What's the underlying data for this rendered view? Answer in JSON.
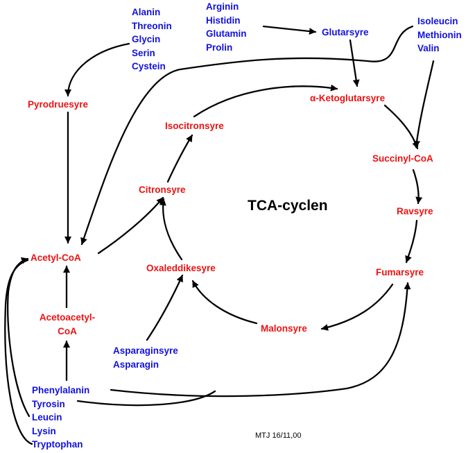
{
  "title": "TCA-cyclen",
  "signature": "MTJ 16/11,00",
  "colors": {
    "metabolite": "#ee1111",
    "amino_acid": "#1111dd",
    "arrow": "#000000"
  },
  "metabolites": {
    "pyrodruesyre": "Pyrodruesyre",
    "acetyl_coa": "Acetyl-CoA",
    "acetoacetyl_coa": [
      "Acetoacetyl-",
      "CoA"
    ],
    "citronsyre": "Citronsyre",
    "isocitronsyre": "Isocitronsyre",
    "ketoglutarsyre": "α-Ketoglutarsyre",
    "succinyl_coa": "Succinyl-CoA",
    "ravsyre": "Ravsyre",
    "fumarsyre": "Fumarsyre",
    "malonsyre": "Malonsyre",
    "oxaleddikesyre": "Oxaleddikesyre",
    "glutarsyre": "Glutarsyre"
  },
  "amino_acid_groups": {
    "group_pyruvate": [
      "Alanin",
      "Threonin",
      "Glycin",
      "Serin",
      "Cystein"
    ],
    "group_glutamate": [
      "Arginin",
      "Histidin",
      "Glutamin",
      "Prolin"
    ],
    "group_succinyl": [
      "Isoleucin",
      "Methionin",
      "Valin"
    ],
    "group_oxaloacetate": [
      "Asparaginsyre",
      "Asparagin"
    ],
    "group_aromatic": [
      "Phenylalanin",
      "Tyrosin",
      "Leucin",
      "Lysin",
      "Tryptophan"
    ]
  }
}
